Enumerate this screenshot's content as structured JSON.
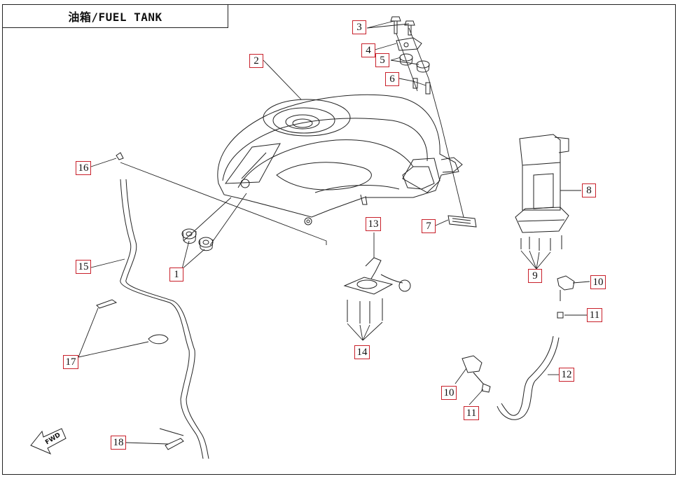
{
  "title": "油箱/FUEL TANK",
  "fwd_label": "FWD",
  "callouts": [
    {
      "id": "c1",
      "label": "1"
    },
    {
      "id": "c2",
      "label": "2"
    },
    {
      "id": "c3",
      "label": "3"
    },
    {
      "id": "c4",
      "label": "4"
    },
    {
      "id": "c5",
      "label": "5"
    },
    {
      "id": "c6",
      "label": "6"
    },
    {
      "id": "c7",
      "label": "7"
    },
    {
      "id": "c8",
      "label": "8"
    },
    {
      "id": "c9",
      "label": "9"
    },
    {
      "id": "c10a",
      "label": "10"
    },
    {
      "id": "c10b",
      "label": "10"
    },
    {
      "id": "c11a",
      "label": "11"
    },
    {
      "id": "c11b",
      "label": "11"
    },
    {
      "id": "c12",
      "label": "12"
    },
    {
      "id": "c13",
      "label": "13"
    },
    {
      "id": "c14",
      "label": "14"
    },
    {
      "id": "c15",
      "label": "15"
    },
    {
      "id": "c16",
      "label": "16"
    },
    {
      "id": "c17",
      "label": "17"
    },
    {
      "id": "c18",
      "label": "18"
    }
  ],
  "colors": {
    "callout_border": "#c8202a",
    "line": "#222222"
  }
}
